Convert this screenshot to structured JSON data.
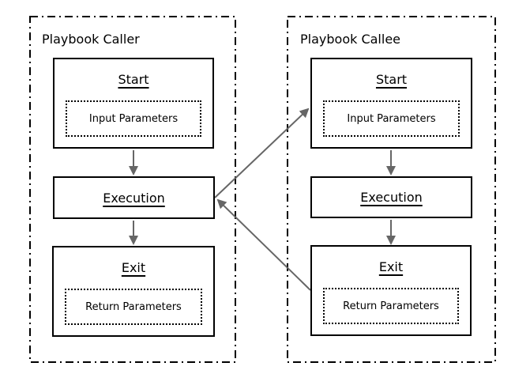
{
  "colors": {
    "box_border": "#000000",
    "arrow": "#666666",
    "background": "#ffffff",
    "text": "#000000"
  },
  "caller": {
    "title": "Playbook Caller",
    "nodes": {
      "start": {
        "label": "Start",
        "sub": "Input Parameters"
      },
      "execution": {
        "label": "Execution"
      },
      "exit": {
        "label": "Exit",
        "sub": "Return Parameters"
      }
    }
  },
  "callee": {
    "title": "Playbook Callee",
    "nodes": {
      "start": {
        "label": "Start",
        "sub": "Input Parameters"
      },
      "execution": {
        "label": "Execution"
      },
      "exit": {
        "label": "Exit",
        "sub": "Return Parameters"
      }
    }
  }
}
